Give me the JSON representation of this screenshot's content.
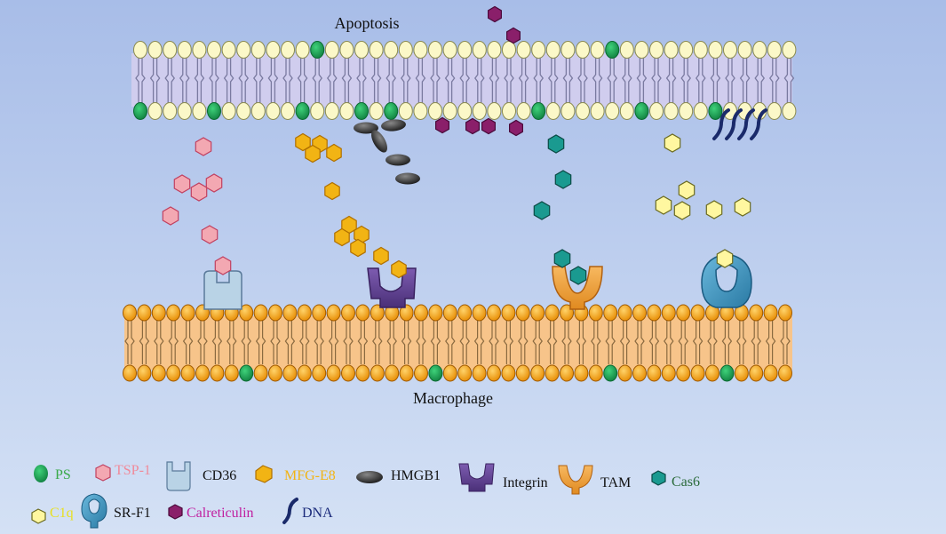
{
  "title_top": "Apoptosis",
  "title_bottom": "Macrophage",
  "colors": {
    "bg_top": "#a8bde8",
    "bg_bottom": "#d4e1f5",
    "ps": "#1fa85a",
    "tsp1": "#f3a8b2",
    "cd36": "#b9d3e6",
    "mfge8": "#f2b414",
    "hmgb1": "#2a2a2a",
    "integrin": "#6a4b9c",
    "tam": "#f0a040",
    "cas6": "#1a9a90",
    "c1q": "#fff7a0",
    "srf1": "#4a9ac0",
    "calreticulin": "#8a1f6a",
    "dna": "#1a2a6a",
    "apoptosis_head": "#fbf8c8",
    "macrophage_head": "#f4a20e",
    "macrophage_fill": "#f7c48a"
  },
  "legend": [
    {
      "key": "ps",
      "label": "PS",
      "label_color": "#3aaa4a"
    },
    {
      "key": "tsp1",
      "label": "TSP-1",
      "label_color": "#f08a9a"
    },
    {
      "key": "cd36",
      "label": "CD36",
      "label_color": "#111111"
    },
    {
      "key": "mfge8",
      "label": "MFG-E8",
      "label_color": "#f2b414"
    },
    {
      "key": "hmgb1",
      "label": "HMGB1",
      "label_color": "#111111"
    },
    {
      "key": "integrin",
      "label": "Integrin",
      "label_color": "#111111"
    },
    {
      "key": "tam",
      "label": "TAM",
      "label_color": "#111111"
    },
    {
      "key": "cas6",
      "label": "Cas6",
      "label_color": "#2a6a3a"
    },
    {
      "key": "c1q",
      "label": "C1q",
      "label_color": "#e8e020"
    },
    {
      "key": "srf1",
      "label": "SR-F1",
      "label_color": "#111111"
    },
    {
      "key": "calreticulin",
      "label": "Calreticulin",
      "label_color": "#c020a0"
    },
    {
      "key": "dna",
      "label": "DNA",
      "label_color": "#1a2a7a"
    }
  ]
}
